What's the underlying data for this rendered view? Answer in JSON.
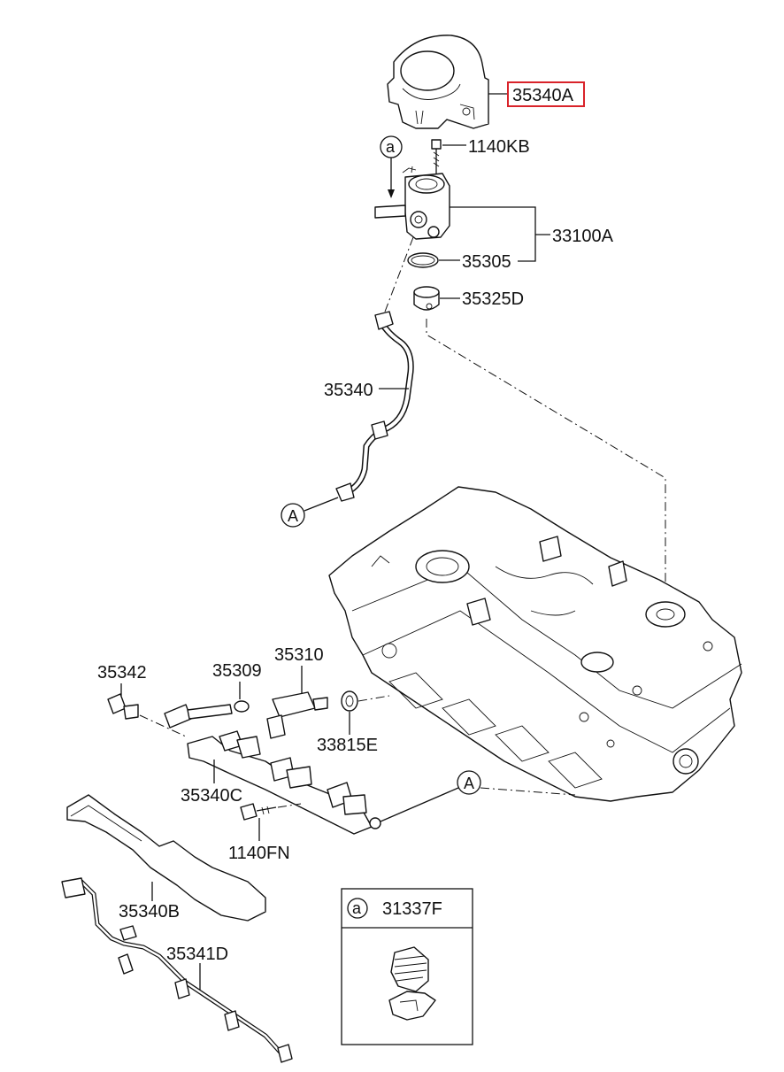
{
  "diagram": {
    "highlight_color": "#d9232a",
    "labels": {
      "p35340A": "35340A",
      "p1140KB": "1140KB",
      "p33100A": "33100A",
      "p35305": "35305",
      "p35325D": "35325D",
      "p35340": "35340",
      "p35342": "35342",
      "p35309": "35309",
      "p35310": "35310",
      "p33815E": "33815E",
      "p35340C": "35340C",
      "p1140FN": "1140FN",
      "p35340B": "35340B",
      "p35341D": "35341D"
    },
    "markers": {
      "a": "a",
      "A": "A"
    },
    "inset": {
      "marker": "a",
      "part": "31337F"
    }
  }
}
